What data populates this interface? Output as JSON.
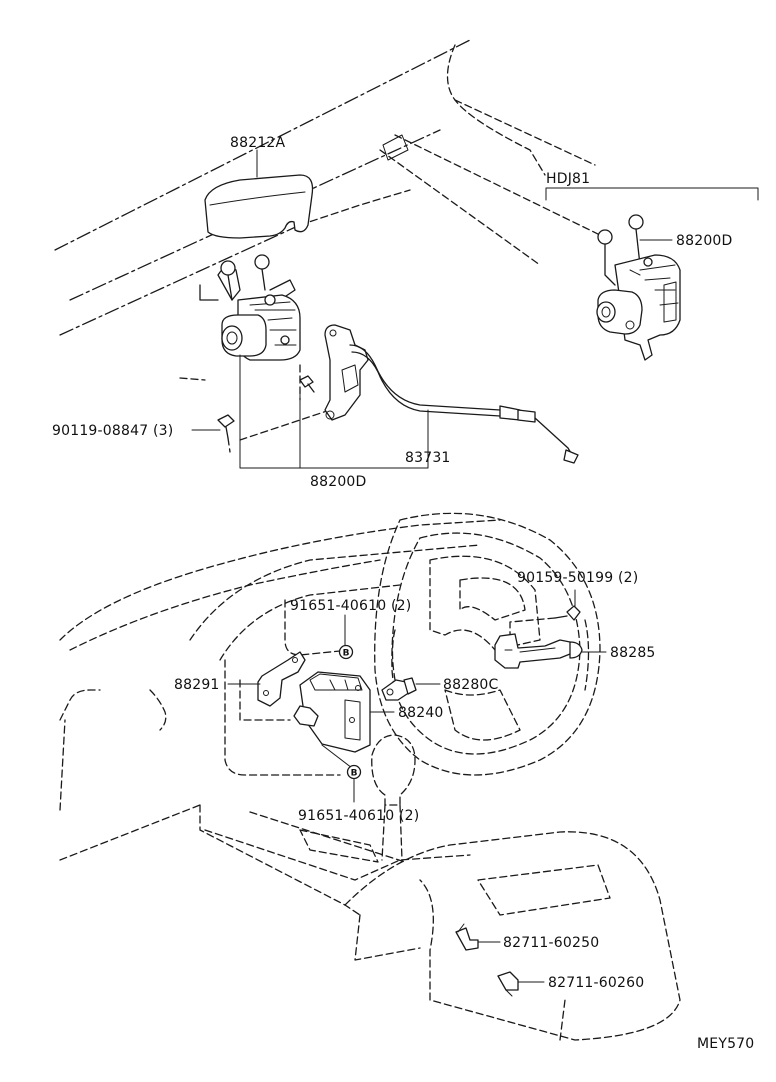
{
  "labels": {
    "p88212A": "88212A",
    "variant": "HDJ81",
    "p88200D_right": "88200D",
    "p90119": "90119-08847 (3)",
    "p83731": "83731",
    "p88200D_bottom": "88200D",
    "p90159": "90159-50199 (2)",
    "p91651_top": "91651-40610 (2)",
    "p88285": "88285",
    "p88291": "88291",
    "p88280C": "88280C",
    "p88240": "88240",
    "p91651_bottom": "91651-40610 (2)",
    "p82711_60250": "82711-60250",
    "p82711_60260": "82711-60260",
    "code": "MEY570"
  },
  "callouts": {
    "b_top": "B",
    "b_bottom": "B"
  }
}
